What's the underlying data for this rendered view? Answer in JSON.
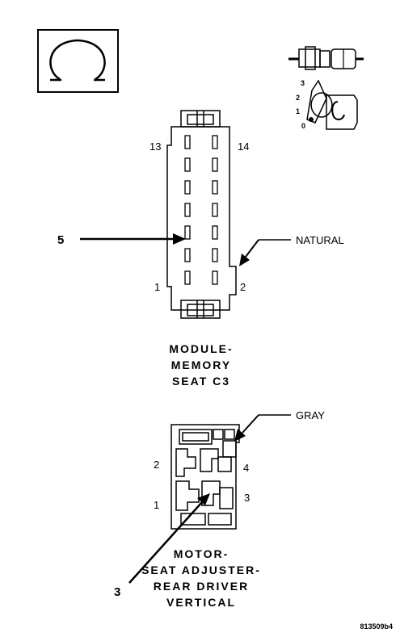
{
  "symbol": {
    "name": "ohm-icon"
  },
  "ignition": {
    "name": "ignition-key-icon",
    "positions": [
      "3",
      "2",
      "1",
      "0"
    ]
  },
  "connector_c3": {
    "pin_top_left": "13",
    "pin_top_right": "14",
    "pin_bottom_left": "1",
    "pin_bottom_right": "2",
    "probe_pin": "5",
    "color_label": "NATURAL",
    "title_lines": [
      "MODULE-",
      "MEMORY",
      "SEAT C3"
    ]
  },
  "connector_motor": {
    "pin_2": "2",
    "pin_4": "4",
    "pin_1": "1",
    "pin_3": "3",
    "probe_pin": "3",
    "color_label": "GRAY",
    "title_lines": [
      "MOTOR-",
      "SEAT ADJUSTER-",
      "REAR DRIVER",
      "VERTICAL"
    ]
  },
  "figure_code": "813509b4",
  "colors": {
    "ink": "#000000",
    "background": "#ffffff"
  }
}
